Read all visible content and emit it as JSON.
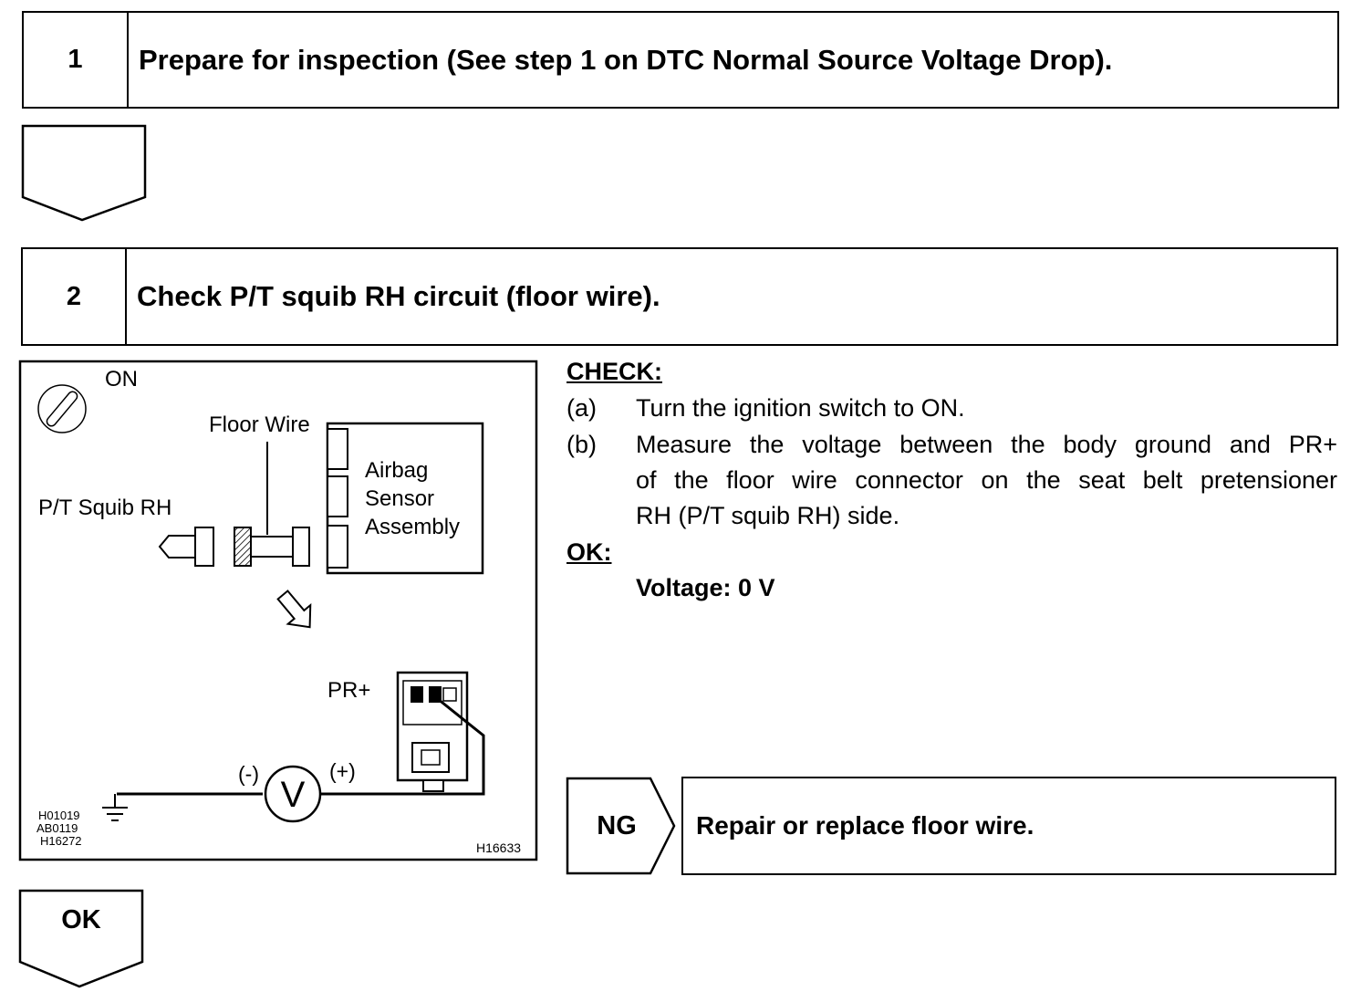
{
  "steps": [
    {
      "number": "1",
      "title": "Prepare for inspection (See step 1 on DTC Normal Source Voltage Drop)."
    },
    {
      "number": "2",
      "title": "Check P/T squib RH circuit (floor wire)."
    }
  ],
  "diagram": {
    "on_label": "ON",
    "floor_wire_label": "Floor Wire",
    "airbag_label_1": "Airbag",
    "airbag_label_2": "Sensor",
    "airbag_label_3": "Assembly",
    "squib_label": "P/T Squib RH",
    "pr_label": "PR+",
    "minus_label": "(-)",
    "plus_label": "(+)",
    "meter_symbol": "V",
    "codes": [
      "H01019",
      "AB0119",
      "H16272"
    ],
    "figure_code": "H16633"
  },
  "check": {
    "heading": "CHECK:",
    "items": [
      {
        "marker": "(a)",
        "lines": [
          "Turn the ignition switch to ON."
        ]
      },
      {
        "marker": "(b)",
        "lines": [
          "Measure the voltage between the body ground and PR+",
          "of the floor wire connector on the seat belt pretensioner",
          "RH (P/T squib RH) side."
        ]
      }
    ],
    "ok_heading": "OK:",
    "ok_value": "Voltage: 0 V"
  },
  "ng": {
    "label": "NG",
    "action": "Repair or replace floor wire."
  },
  "ok_flow_label": "OK"
}
